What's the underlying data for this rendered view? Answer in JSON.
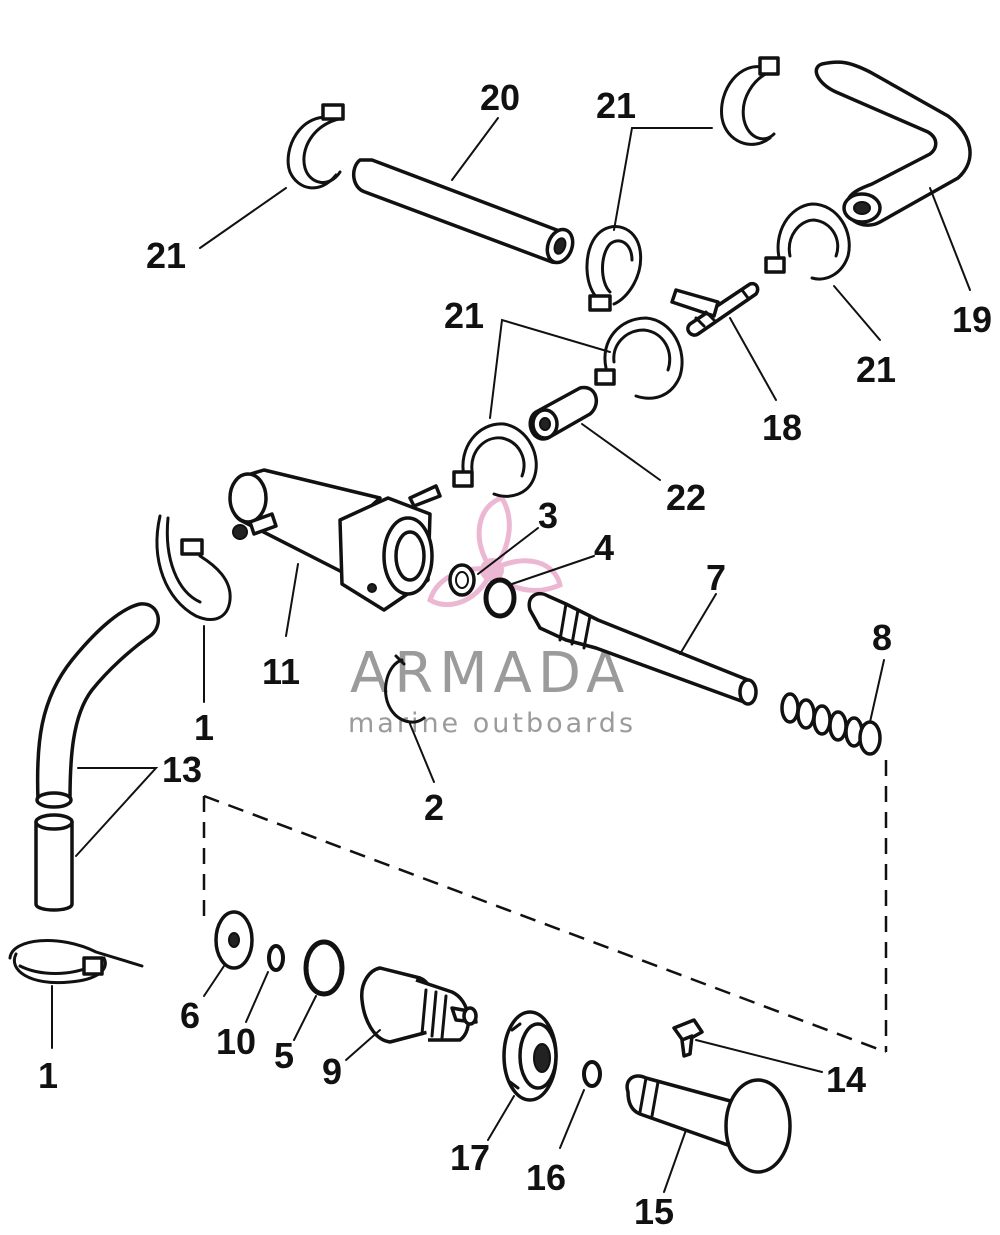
{
  "watermark": {
    "brand": "ARMADA",
    "tagline": "marine outboards",
    "logo_color": "#e8a6c8",
    "text_color": "#8a8a8a"
  },
  "callouts": {
    "c1_top": "1",
    "c1_bottom": "1",
    "c2": "2",
    "c3": "3",
    "c4": "4",
    "c5": "5",
    "c6": "6",
    "c7": "7",
    "c8": "8",
    "c9": "9",
    "c10": "10",
    "c11": "11",
    "c13": "13",
    "c14": "14",
    "c15": "15",
    "c16": "16",
    "c17": "17",
    "c18": "18",
    "c19": "19",
    "c20": "20",
    "c21_a": "21",
    "c21_b": "21",
    "c21_c": "21",
    "c21_d": "21",
    "c22": "22"
  }
}
